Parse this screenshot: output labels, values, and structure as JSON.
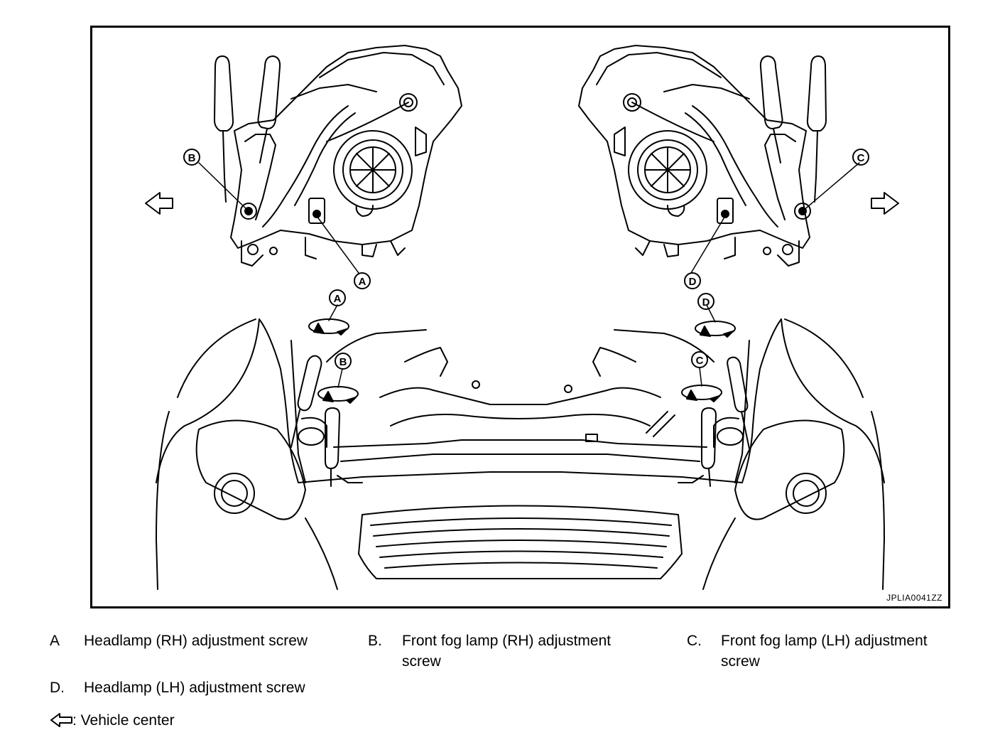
{
  "figure": {
    "id_code": "JPLIA0041ZZ",
    "callouts": {
      "a": "A",
      "b": "B",
      "c": "C",
      "d": "D"
    }
  },
  "legend": {
    "items": [
      {
        "key": "A",
        "line1": "Headlamp (RH) adjustment screw",
        "line2": ""
      },
      {
        "key": "B.",
        "line1": "Front fog lamp (RH) adjustment",
        "line2": "screw"
      },
      {
        "key": "C.",
        "line1": "Front fog lamp (LH) adjustment",
        "line2": "screw"
      },
      {
        "key": "D.",
        "line1": "Headlamp (LH) adjustment screw",
        "line2": ""
      }
    ],
    "vehicle_center": ": Vehicle center"
  },
  "icons": [
    "arrow-left-icon",
    "arrow-right-icon",
    "screwdriver-icon",
    "rotation-arrow-icon"
  ]
}
